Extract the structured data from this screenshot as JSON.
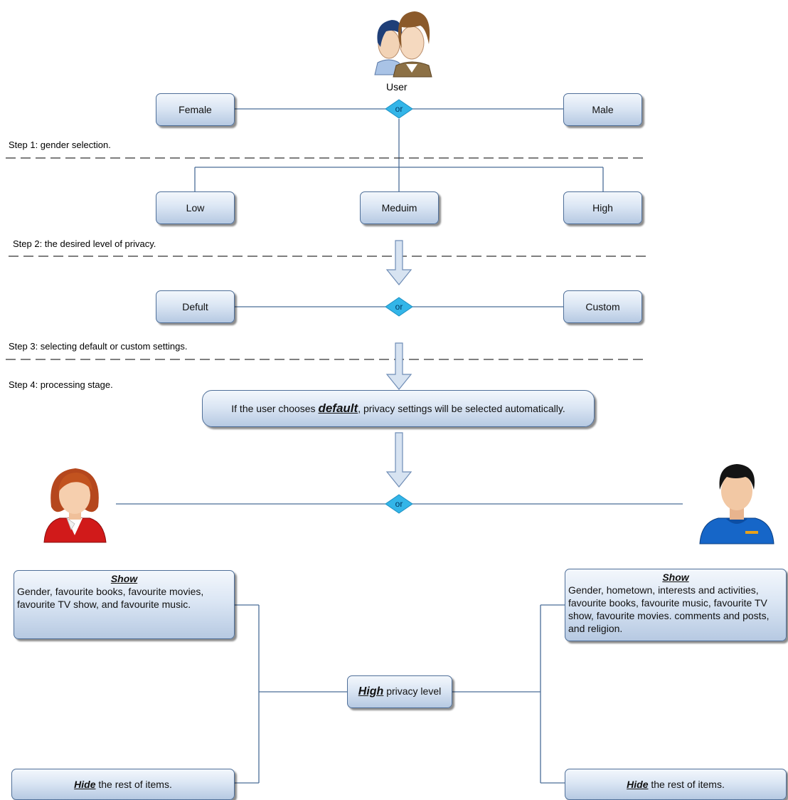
{
  "user": {
    "label": "User"
  },
  "step1": {
    "label": "Step 1: gender selection.",
    "female": "Female",
    "male": "Male",
    "or": "or"
  },
  "step2": {
    "label": "Step 2: the desired level of privacy.",
    "low": "Low",
    "medium": "Meduim",
    "high": "High"
  },
  "step3": {
    "label": "Step 3: selecting default or custom settings.",
    "default": "Defult",
    "custom": "Custom",
    "or": "or"
  },
  "step4": {
    "label": "Step 4: processing stage.",
    "statement_pre": "If the user chooses ",
    "statement_emph": "default",
    "statement_post": ", privacy settings will be selected automatically.",
    "or": "or"
  },
  "female_show": {
    "heading": "Show",
    "text": "Gender, favourite books, favourite movies, favourite TV show, and favourite music."
  },
  "male_show": {
    "heading": "Show",
    "text": "Gender, hometown, interests and activities, favourite books, favourite music, favourite TV show, favourite movies. comments and posts, and religion."
  },
  "privacy_level": {
    "emph": "High",
    "rest": " privacy level"
  },
  "female_hide": {
    "emph": "Hide",
    "rest": " the rest of items."
  },
  "male_hide": {
    "emph": "Hide",
    "rest": " the rest of items."
  },
  "colors": {
    "connector": "#4a6d98",
    "box_border": "#4f6f99",
    "diamond": "#33b5e8",
    "arrow_fill": "#d7e3f1",
    "arrow_stroke": "#6f8db6"
  }
}
